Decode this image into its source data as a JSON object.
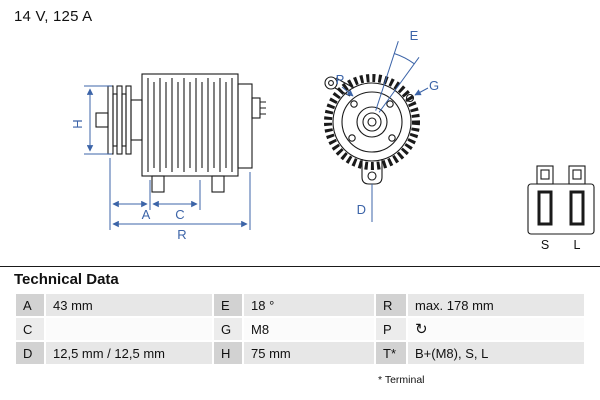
{
  "header": {
    "rating": "14 V, 125 A"
  },
  "diagram": {
    "side_view_labels": {
      "h": "H",
      "a": "A",
      "c": "C",
      "r": "R"
    },
    "front_view_labels": {
      "p": "P",
      "e": "E",
      "g": "G",
      "d": "D"
    },
    "connector_labels": {
      "s": "S",
      "l": "L"
    },
    "colors": {
      "dimension_lines": "#3c64a8",
      "drawing_lines": "#1a1a1a",
      "table_row_gray": "#e7e7e7",
      "table_key_gray": "#d2d2d2"
    }
  },
  "technical_data": {
    "title": "Technical Data",
    "footnote": "* Terminal",
    "rows": [
      {
        "cells": [
          {
            "key": "A",
            "value": "43 mm"
          },
          {
            "key": "E",
            "value": "18 °"
          },
          {
            "key": "R",
            "value": "max. 178 mm"
          }
        ]
      },
      {
        "cells": [
          {
            "key": "C",
            "value": ""
          },
          {
            "key": "G",
            "value": "M8"
          },
          {
            "key": "P",
            "value": "",
            "icon": "rotation-clockwise",
            "glyph": "↻"
          }
        ]
      },
      {
        "cells": [
          {
            "key": "D",
            "value": "12,5 mm / 12,5 mm"
          },
          {
            "key": "H",
            "value": "75 mm"
          },
          {
            "key": "T*",
            "value": "B+(M8), S, L"
          }
        ]
      }
    ]
  }
}
